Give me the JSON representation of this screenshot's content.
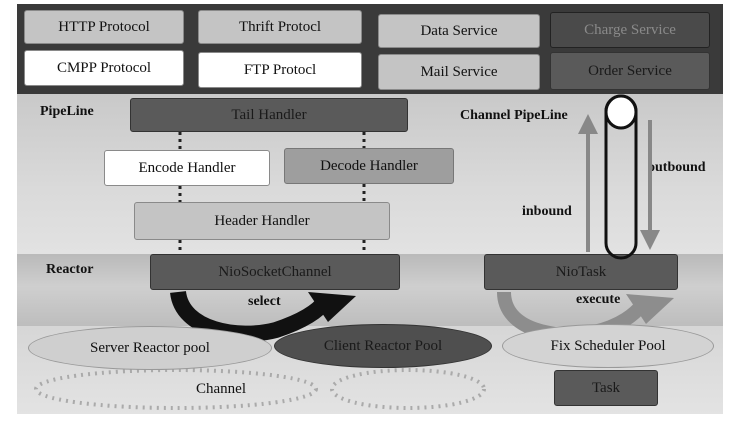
{
  "top_services": {
    "http": "HTTP Protocol",
    "thrift": "Thrift Protocl",
    "data_service": "Data Service",
    "charge_service": "Charge Service",
    "cmpp": "CMPP Protocol",
    "ftp": "FTP Protocl",
    "mail_service": "Mail Service",
    "order_service": "Order Service"
  },
  "pipeline": {
    "label": "PipeLine",
    "tail_handler": "Tail Handler",
    "encode_handler": "Encode Handler",
    "decode_handler": "Decode Handler",
    "header_handler": "Header Handler"
  },
  "channel_pipeline": {
    "label": "Channel PipeLine",
    "outbound": "outbound",
    "inbound": "inbound"
  },
  "reactor": {
    "label": "Reactor",
    "nio_socket_channel": "NioSocketChannel",
    "select": "select",
    "nio_task": "NioTask",
    "execute": "execute"
  },
  "bottom": {
    "server_reactor_pool": "Server Reactor pool",
    "client_reactor_pool": "Client Reactor Pool",
    "fix_scheduler_pool": "Fix Scheduler Pool",
    "channel": "Channel",
    "task": "Task"
  }
}
